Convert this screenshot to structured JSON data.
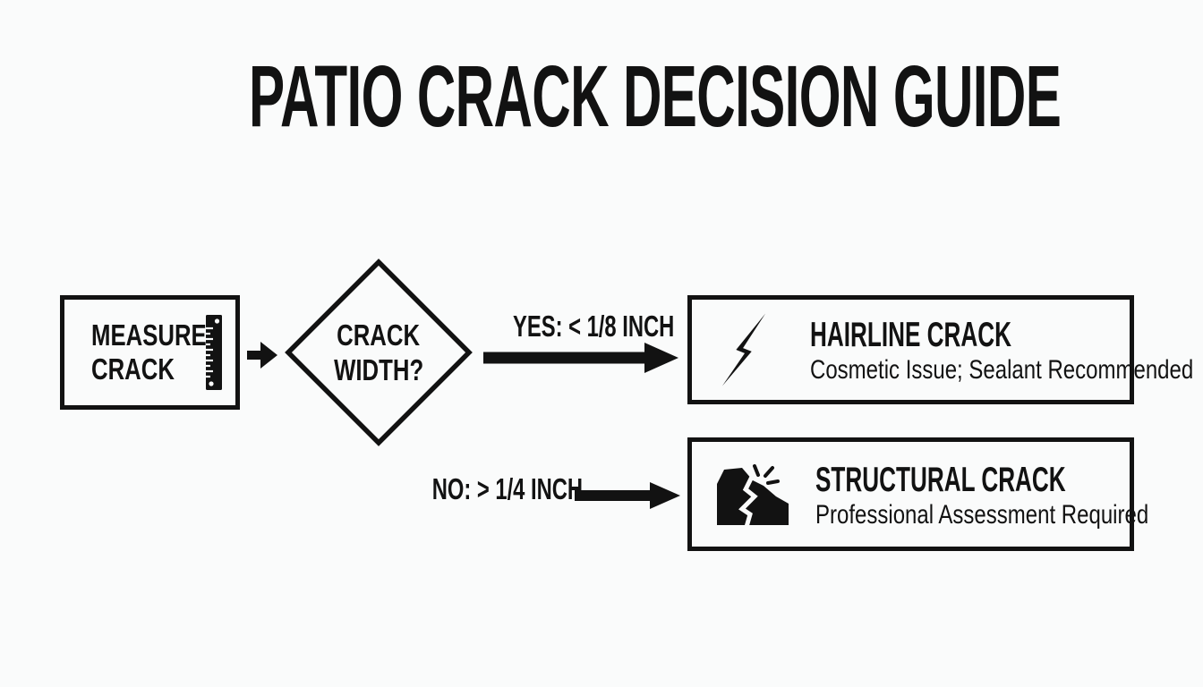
{
  "title": "PATIO CRACK DECISION GUIDE",
  "flow": {
    "start": {
      "line1": "MEASURE",
      "line2": "CRACK",
      "icon": "ruler-icon"
    },
    "decision": {
      "line1": "CRACK",
      "line2": "WIDTH?"
    },
    "yes_branch": {
      "label": "YES: < 1/8 INCH"
    },
    "no_branch": {
      "label": "NO: > 1/4 INCH"
    },
    "outcomes": [
      {
        "title": "HAIRLINE CRACK",
        "description": "Cosmetic Issue; Sealant Recommended",
        "icon": "hairline-crack-icon"
      },
      {
        "title": "STRUCTURAL CRACK",
        "description": "Professional Assessment Required",
        "icon": "broken-slab-icon"
      }
    ]
  },
  "colors": {
    "ink": "#121212",
    "background": "#fafbfb"
  }
}
